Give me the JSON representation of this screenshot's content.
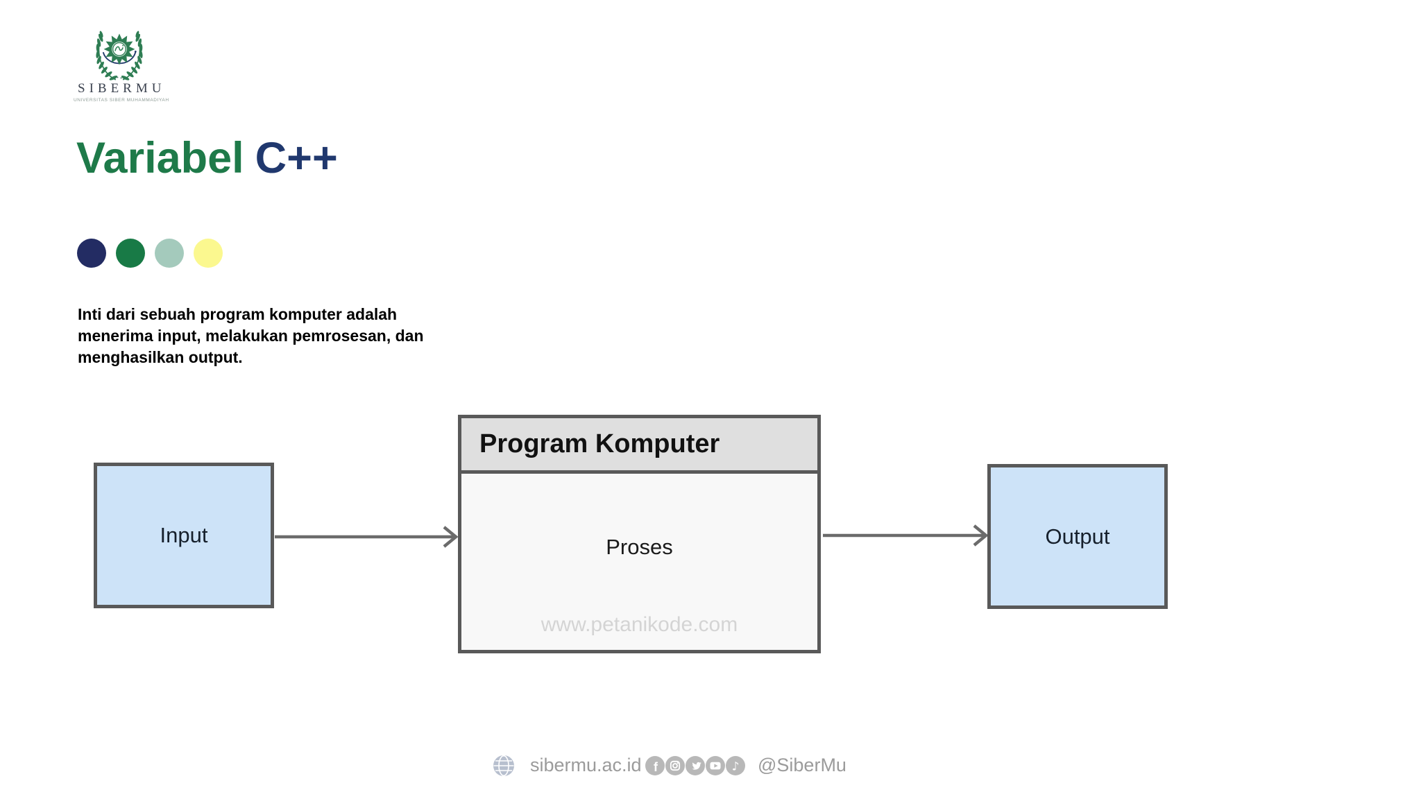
{
  "logo": {
    "brand": "SIBERMU",
    "subtitle": "UNIVERSITAS SIBER MUHAMMADIYAH"
  },
  "title": {
    "part1": "Variabel",
    "part2": "C++"
  },
  "intro": "Inti dari sebuah program komputer adalah\nmenerima input, melakukan pemrosesan, dan\nmenghasilkan output.",
  "diagram": {
    "input_label": "Input",
    "program_title": "Program Komputer",
    "process_label": "Proses",
    "watermark": "www.petanikode.com",
    "output_label": "Output"
  },
  "footer": {
    "website": "sibermu.ac.id",
    "handle": "@SiberMu",
    "facebook_glyph": "f",
    "tiktok_glyph": "♪"
  },
  "colors": {
    "title_green": "#1e7a49",
    "title_navy": "#20386e",
    "dot_navy": "#232c63",
    "dot_green": "#187a46",
    "dot_sage": "#a4cabc",
    "dot_yellow": "#fbf88f",
    "box_fill": "#cde3f8",
    "box_border": "#595959",
    "program_header_fill": "#dfdfdf",
    "program_body_fill": "#f8f8f8",
    "arrow": "#6b6b6b",
    "footer_text": "#9b9b9b",
    "social_icon": "#b8b8b8",
    "globe_icon": "#b7bfce",
    "logo_green": "#2e7d53"
  }
}
